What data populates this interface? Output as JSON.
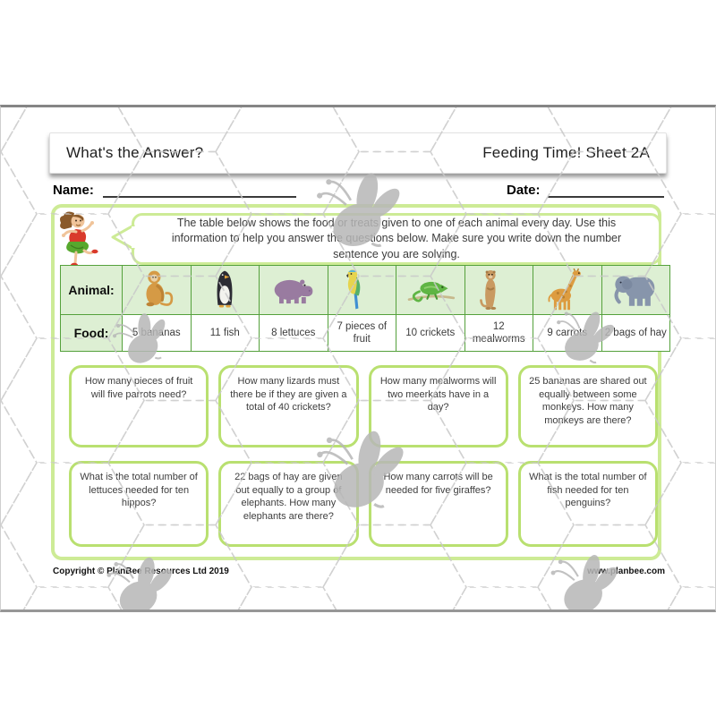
{
  "header": {
    "left_title": "What's the Answer?",
    "right_title": "Feeding Time! Sheet 2A"
  },
  "name_label": "Name:",
  "date_label": "Date:",
  "instruction": "The table below shows the food or treats given to one of each animal every day. Use this information to help you answer the questions below. Make sure you write down the number sentence you are solving.",
  "table": {
    "animal_label": "Animal:",
    "food_label": "Food:",
    "animals": [
      {
        "icon": "monkey-icon",
        "food": "5 bananas"
      },
      {
        "icon": "penguin-icon",
        "food": "11 fish"
      },
      {
        "icon": "hippo-icon",
        "food": "8 lettuces"
      },
      {
        "icon": "parrot-icon",
        "food": "7 pieces of fruit"
      },
      {
        "icon": "chameleon-icon",
        "food": "10 crickets"
      },
      {
        "icon": "meerkat-icon",
        "food": "12 mealworms"
      },
      {
        "icon": "giraffe-icon",
        "food": "9 carrots"
      },
      {
        "icon": "elephant-icon",
        "food": "2 bags of hay"
      }
    ]
  },
  "questions": [
    "How many pieces of fruit will five parrots need?",
    "How many lizards must there be if they are given a total of 40 crickets?",
    "How many mealworms will two meerkats have in a day?",
    "25 bananas are shared out equally between some monkeys. How many monkeys are there?",
    "What is the total number of lettuces needed for ten hippos?",
    "22 bags of hay are given out equally to a group of elephants. How many elephants are there?",
    "How many carrots will be needed for five giraffes?",
    "What is the total number of fish needed for ten penguins?"
  ],
  "footer": {
    "copyright": "Copyright © PlanBee Resources Ltd 2019",
    "website": "www.planbee.com"
  },
  "decorations": {
    "mascot": "bee-watermark-icon",
    "character": "girl-dancing-icon",
    "background": "dashed-hexagon-pattern"
  },
  "colors": {
    "frame_green": "#cdeb96",
    "question_box_border": "#b9e070",
    "table_border_green": "#55a13c",
    "table_fill_green": "#ddefd3",
    "watermark_gray": "#c9c9c9"
  }
}
